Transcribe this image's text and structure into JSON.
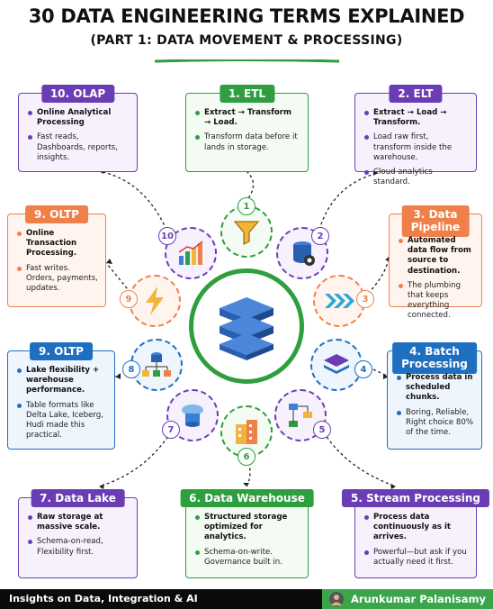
{
  "header": {
    "title": "30 DATA ENGINEERING TERMS EXPLAINED",
    "subtitle": "(PART 1: DATA MOVEMENT & PROCESSING)"
  },
  "cards": [
    {
      "id": "etl",
      "num": "1",
      "title": "1. ETL",
      "color": "#2e9e3e",
      "bg": "#f3fbf2",
      "items": [
        {
          "text": "Extract → Transform → Load.",
          "bold": true
        },
        {
          "text": "Transform data before it lands in storage.",
          "bold": false
        }
      ]
    },
    {
      "id": "elt",
      "num": "2",
      "title": "2. ELT",
      "color": "#6a3db5",
      "bg": "#f6f1fc",
      "items": [
        {
          "text": "Extract → Load → Transform.",
          "bold": true
        },
        {
          "text": "Load raw first, transform inside the warehouse.",
          "bold": false
        },
        {
          "text": "Cloud analytics standard.",
          "bold": false
        }
      ]
    },
    {
      "id": "pipeline",
      "num": "3",
      "title": "3. Data\nPipeline",
      "color": "#f0804a",
      "bg": "#fff5ee",
      "items": [
        {
          "text": "Automated data flow from source to destination.",
          "bold": true
        },
        {
          "text": "The plumbing that keeps everything connected.",
          "bold": false
        }
      ]
    },
    {
      "id": "batch",
      "num": "4",
      "title": "4. Batch\nProcessing",
      "color": "#1f6fc0",
      "bg": "#eef5fd",
      "items": [
        {
          "text": "Process data in scheduled chunks.",
          "bold": true
        },
        {
          "text": "Boring, Reliable, Right choice 80% of the time.",
          "bold": false
        }
      ]
    },
    {
      "id": "stream",
      "num": "5",
      "title": "5. Stream Processing",
      "color": "#6a3db5",
      "bg": "#f6f1fc",
      "items": [
        {
          "text": "Process data continuously as it arrives.",
          "bold": true
        },
        {
          "text": "Powerful—but ask if you actually need it first.",
          "bold": false
        }
      ]
    },
    {
      "id": "warehouse",
      "num": "6",
      "title": "6. Data Warehouse",
      "color": "#2e9e3e",
      "bg": "#f3fbf2",
      "items": [
        {
          "text": "Structured storage optimized for analytics.",
          "bold": true
        },
        {
          "text": "Schema-on-write. Governance built in.",
          "bold": false
        }
      ]
    },
    {
      "id": "lake",
      "num": "7",
      "title": "7. Data Lake",
      "color": "#6a3db5",
      "bg": "#f6f1fc",
      "items": [
        {
          "text": "Raw storage at massive scale.",
          "bold": true
        },
        {
          "text": "Schema-on-read, Flexibility first.",
          "bold": false
        }
      ]
    },
    {
      "id": "lakehouse",
      "num": "8",
      "title": "9. OLTP",
      "color": "#1f6fc0",
      "bg": "#eef5fd",
      "items": [
        {
          "text": "Lake flexibility + warehouse performance.",
          "bold": true
        },
        {
          "text": "Table formats like Delta Lake, Iceberg, Hudi made this practical.",
          "bold": false
        }
      ]
    },
    {
      "id": "oltp",
      "num": "9",
      "title": "9. OLTP",
      "color": "#f0804a",
      "bg": "#fff5ee",
      "items": [
        {
          "text": "Online Transaction Processing.",
          "bold": true
        },
        {
          "text": "Fast writes. Orders, payments, updates.",
          "bold": false
        }
      ]
    },
    {
      "id": "olap",
      "num": "10",
      "title": "10. OLAP",
      "color": "#6a3db5",
      "bg": "#f6f1fc",
      "items": [
        {
          "text": "Online Analytical Processing",
          "bold": true
        },
        {
          "text": "Fast reads, Dashboards, reports, insights.",
          "bold": false
        }
      ]
    }
  ],
  "footer": {
    "tagline": "Insights on Data, Integration & AI",
    "author": "Arunkumar Palanisamy"
  }
}
